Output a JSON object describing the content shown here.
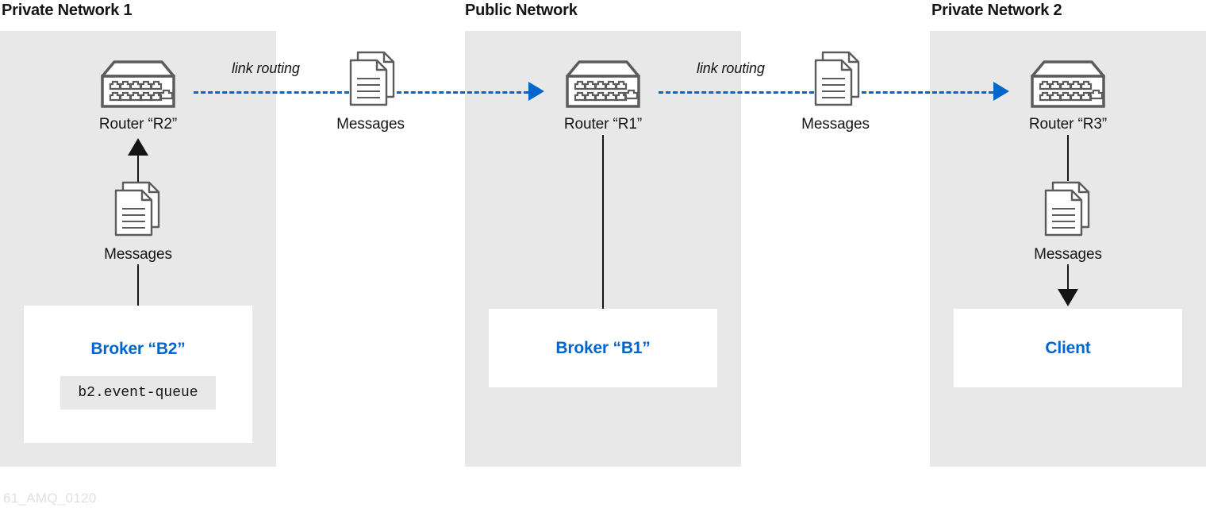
{
  "footer": {
    "id": "61_AMQ_0120"
  },
  "colors": {
    "panel_bg": "#e8e8e8",
    "accent_blue": "#0066cc",
    "ink": "#151515",
    "router_stroke": "#5c5c5c",
    "footer_text": "#e0e0e0"
  },
  "sections": [
    {
      "title": "Private Network 1"
    },
    {
      "title": "Public Network"
    },
    {
      "title": "Private Network 2"
    }
  ],
  "routers": [
    {
      "caption": "Router “R2”",
      "icon": "router-icon"
    },
    {
      "caption": "Router “R1”",
      "icon": "router-icon"
    },
    {
      "caption": "Router “R3”",
      "icon": "router-icon"
    }
  ],
  "nodes": [
    {
      "title": "Broker “B2”",
      "queue": "b2.event-queue"
    },
    {
      "title": "Broker “B1”"
    },
    {
      "title": "Client"
    }
  ],
  "messages": [
    {
      "label": "Messages",
      "icon": "documents-icon"
    },
    {
      "label": "Messages",
      "icon": "documents-icon"
    },
    {
      "label": "Messages",
      "icon": "documents-icon"
    },
    {
      "label": "Messages",
      "icon": "documents-icon"
    }
  ],
  "links": [
    {
      "label": "link routing",
      "style": "dashed",
      "direction": "left-to-right"
    },
    {
      "label": "link routing",
      "style": "dashed",
      "direction": "left-to-right"
    }
  ]
}
